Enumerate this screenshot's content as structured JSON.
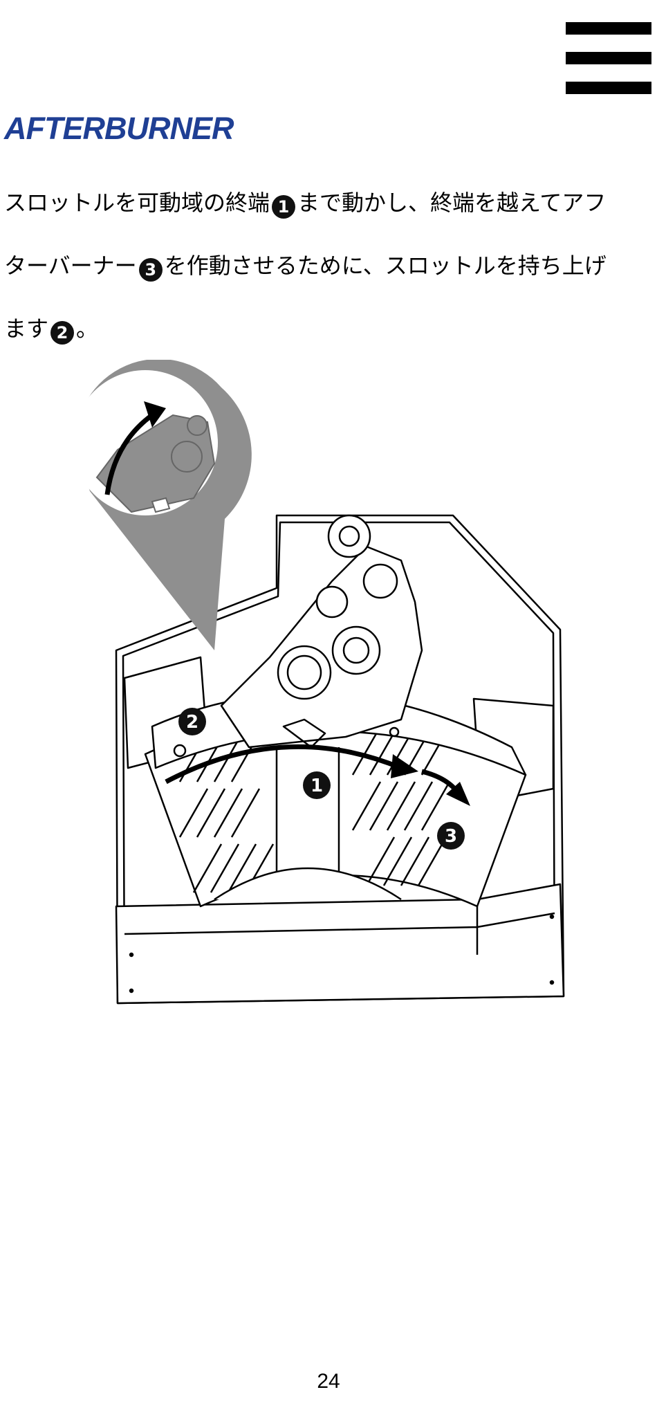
{
  "header": {
    "menu_icon": "hamburger-menu-icon"
  },
  "section": {
    "title": "AFTERBURNER",
    "paragraph": {
      "line1_a": "スロットルを可動域の終端",
      "marker1": "1",
      "line1_b": "まで動かし、終端を越えてアフ",
      "line2_a": "ターバーナー",
      "marker3": "3",
      "line2_b": "を作動させるために、スロットルを持ち上げ",
      "line3_a": "ます",
      "marker2": "2",
      "line3_b": "。"
    }
  },
  "figure": {
    "markers": [
      "1",
      "2",
      "3"
    ],
    "colors": {
      "callout": "#8f8f8f",
      "line": "#000000"
    }
  },
  "footer": {
    "page_number": "24"
  }
}
